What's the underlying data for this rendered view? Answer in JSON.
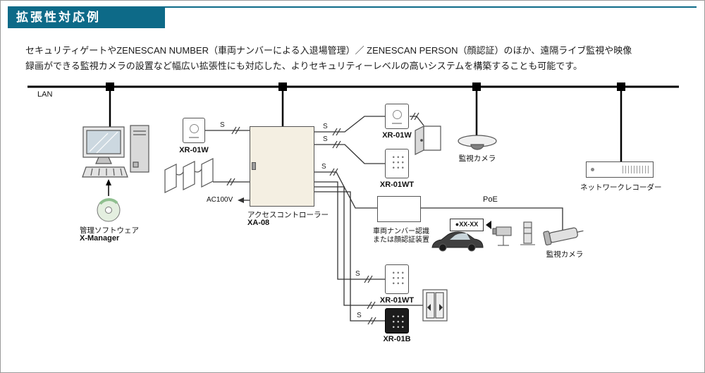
{
  "header": {
    "title": "拡張性対応例"
  },
  "intro": {
    "line1": "セキュリティゲートやZENESCAN NUMBER（車両ナンバーによる入退場管理）／ ZENESCAN PERSON（顔認証）のほか、遠隔ライブ監視や映像",
    "line2": "録画ができる監視カメラの設置など幅広い拡張性にも対応した、よりセキュリティーレベルの高いシステムを構築することも可能です。"
  },
  "diagram": {
    "lan_label": "LAN",
    "serial_label": "S",
    "poe_label": "PoE",
    "power_label": "AC100V",
    "pc": {
      "line1": "管理ソフトウェア",
      "line2": "X-Manager"
    },
    "reader_left": "XR-01W",
    "controller": {
      "line1": "アクセスコントローラー",
      "line2": "XA-08"
    },
    "reader_right": "XR-01W",
    "dome_camera": "監視カメラ",
    "keypad_top": "XR-01WT",
    "vehicle_unit": {
      "line1": "車両ナンバー認識",
      "line2": "または顔認証装置"
    },
    "license_plate": "●XX-XX",
    "recorder": "ネットワークレコーダー",
    "bullet_camera": "監視カメラ",
    "keypad_bottom": "XR-01WT",
    "reader_black": "XR-01B"
  },
  "colors": {
    "accent": "#0d6a88"
  }
}
